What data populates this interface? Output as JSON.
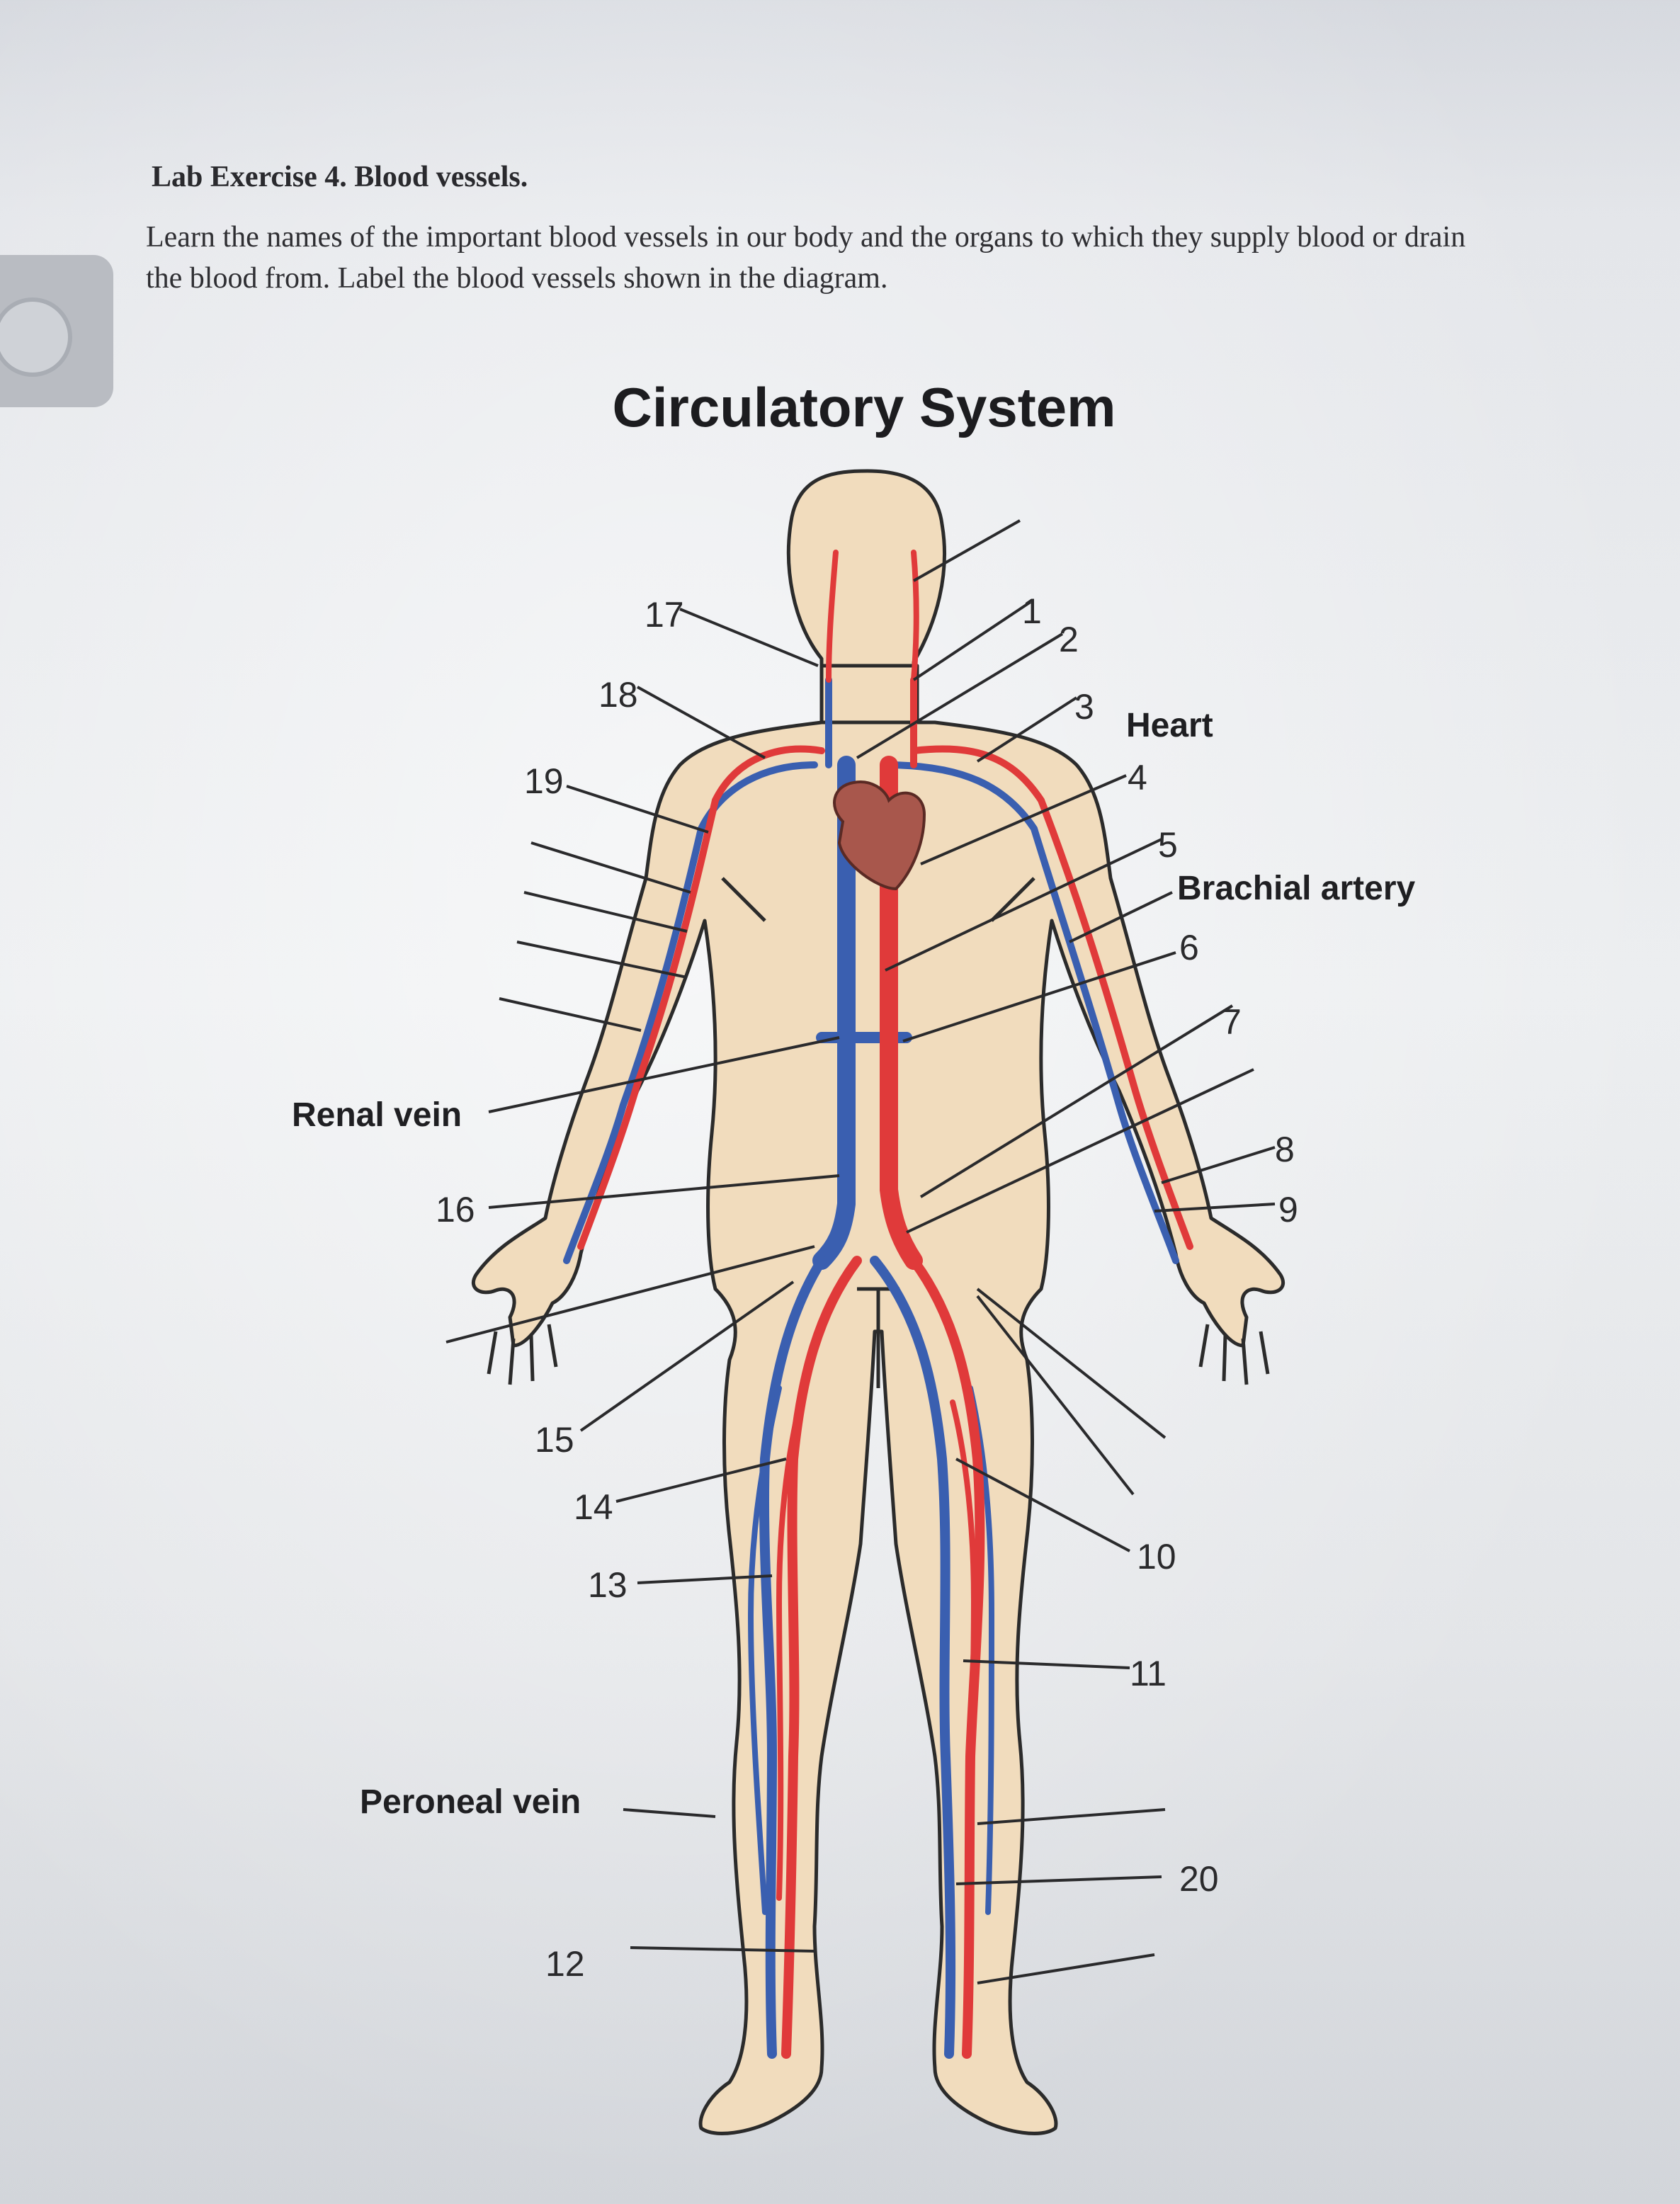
{
  "lab": {
    "title": "Lab Exercise 4. Blood vessels.",
    "instructions": "Learn the names of the important blood vessels in our body and the organs to which they supply blood or drain the blood from. Label the blood vessels shown in the diagram."
  },
  "diagram": {
    "title": "Circulatory System",
    "named_labels": {
      "heart": "Heart",
      "brachial_artery": "Brachial artery",
      "renal_vein": "Renal vein",
      "peroneal_vein": "Peroneal vein"
    },
    "numbers": {
      "n1": "1",
      "n2": "2",
      "n3": "3",
      "n4": "4",
      "n5": "5",
      "n6": "6",
      "n7": "7",
      "n8": "8",
      "n9": "9",
      "n10": "10",
      "n11": "11",
      "n12": "12",
      "n13": "13",
      "n14": "14",
      "n15": "15",
      "n16": "16",
      "n17": "17",
      "n18": "18",
      "n19": "19",
      "n20": "20"
    },
    "colors": {
      "skin": "#f1dcbd",
      "outline": "#2b2b2b",
      "artery": "#e03a3a",
      "vein": "#3a5fb0",
      "heart": "#a8574c",
      "leader": "#2a2a2c"
    }
  }
}
